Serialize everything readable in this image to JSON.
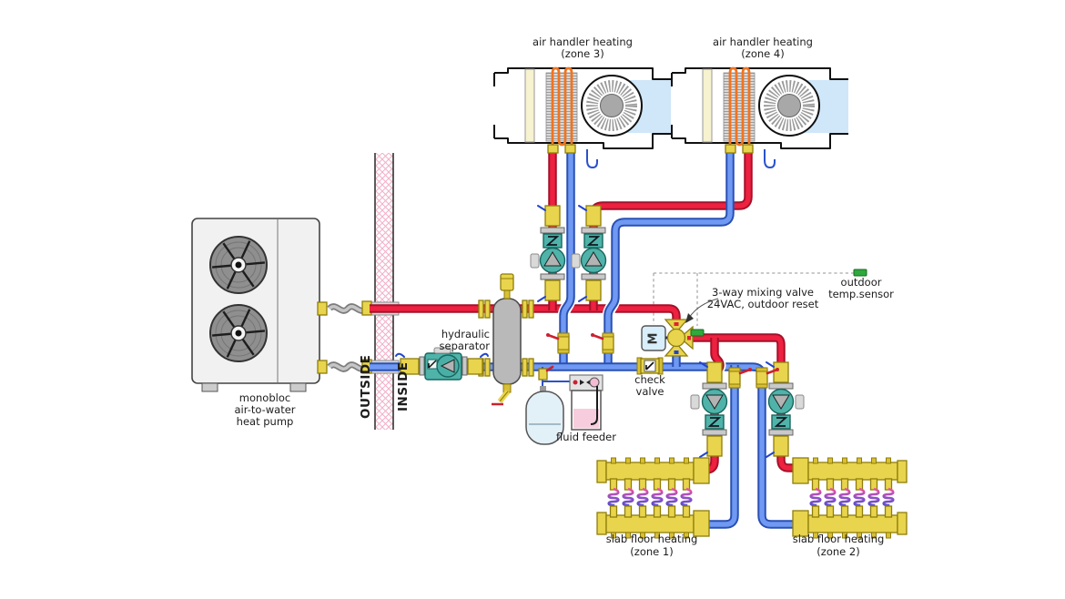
{
  "diagram_title": "hydronic heat pump piping schematic",
  "labels": {
    "ah3": [
      "air handler heating",
      "(zone 3)"
    ],
    "ah4": [
      "air handler heating",
      "(zone 4)"
    ],
    "heat_pump": [
      "monobloc",
      "air-to-water",
      "heat pump"
    ],
    "outside": "OUTSIDE",
    "inside": "INSIDE",
    "separator": [
      "hydraulic",
      "separator"
    ],
    "mixing_valve": [
      "3-way mixing valve",
      "24VAC, outdoor reset"
    ],
    "outdoor_sensor": [
      "outdoor",
      "temp.sensor"
    ],
    "check_valve": [
      "check",
      "valve"
    ],
    "fluid_feeder": "fluid feeder",
    "slab1": [
      "slab floor heating",
      "(zone 1)"
    ],
    "slab2": [
      "slab floor heating",
      "(zone 2)"
    ],
    "mix_actuator": "M"
  },
  "colors": {
    "supply_red": "#ee2140",
    "return_blue": "#6f99f2",
    "component_yellow": "#e8d44d",
    "pump_teal": "#4fb3a9",
    "sensor_green": "#2fa83c",
    "insulation_pink": "#f2afc7",
    "coil_orange": "#f07420",
    "duct_air_blue": "#cfe7f8"
  }
}
